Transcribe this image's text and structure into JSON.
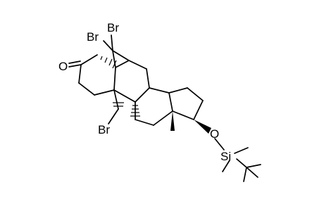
{
  "molecule": {
    "atom_labels": {
      "br_top": "Br",
      "br_left": "Br",
      "oxygen_ketone": "O",
      "br_bottom": "Br",
      "oxygen_ether": "O",
      "silicon": "Si"
    }
  },
  "colors": {
    "ink": "#000000",
    "background": "#ffffff"
  }
}
